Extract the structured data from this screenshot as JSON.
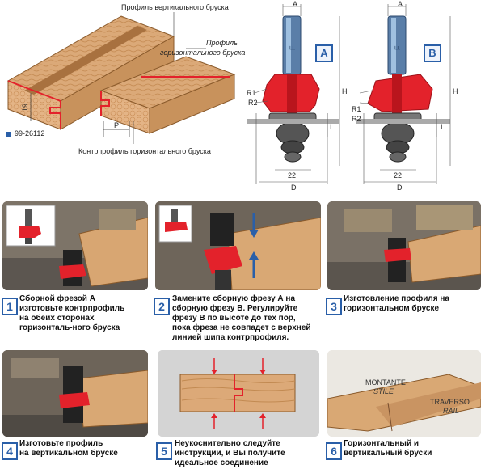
{
  "top_diagram": {
    "label_vertical_profile": "Профиль вертикального бруска",
    "label_horizontal_profile_line1": "Профиль",
    "label_horizontal_profile_line2": "горизонтального бруска",
    "label_counter_profile": "Контрпрофиль горизонтального бруска",
    "part_number": "99-26112",
    "dim_p": "P",
    "dim_19": "19"
  },
  "cutters": {
    "a": {
      "tag": "A",
      "dim_top": "A",
      "dim_h": "H",
      "dim_r1": "R1",
      "dim_r2": "R2",
      "dim_i": "I",
      "dim_22": "22",
      "dim_d": "D"
    },
    "b": {
      "tag": "B",
      "dim_top": "A",
      "dim_h": "H",
      "dim_r1": "R1",
      "dim_r2": "R2",
      "dim_i": "I",
      "dim_22": "22",
      "dim_d": "D"
    }
  },
  "steps": [
    {
      "num": "1",
      "text": [
        "Сборной фрезой А",
        "изготовьте контрпрофиль",
        "на обеих сторонах",
        "горизонталь-ного бруска"
      ]
    },
    {
      "num": "2",
      "text": [
        "Замените сборную фрезу А на",
        "сборную фрезу В. Регулируйте",
        "фрезу В по высоте до тех пор,",
        " пока фреза  не совпадет с верхней",
        "линией шипа контрпрофиля."
      ]
    },
    {
      "num": "3",
      "text": [
        "Изготовление  профиля на",
        "горизонтальном бруске"
      ]
    },
    {
      "num": "4",
      "text": [
        "Изготовьте профиль",
        "на вертикальном бруске"
      ]
    },
    {
      "num": "5",
      "text": [
        "Неукоснительно следуйте",
        "инструкции, и Вы получите",
        "идеальное соединение"
      ]
    },
    {
      "num": "6",
      "text": [
        "Горизонтальный и",
        "вертикальный бруски"
      ]
    }
  ],
  "step6_labels": {
    "montante": "MONTANTE",
    "stile": "STILE",
    "traverso": "TRAVERSO",
    "rail": "RAIL"
  },
  "colors": {
    "accent_blue": "#2a5fa8",
    "cutter_red": "#e3222b",
    "wood": "#d9a874",
    "wood_dark": "#b07a45"
  }
}
